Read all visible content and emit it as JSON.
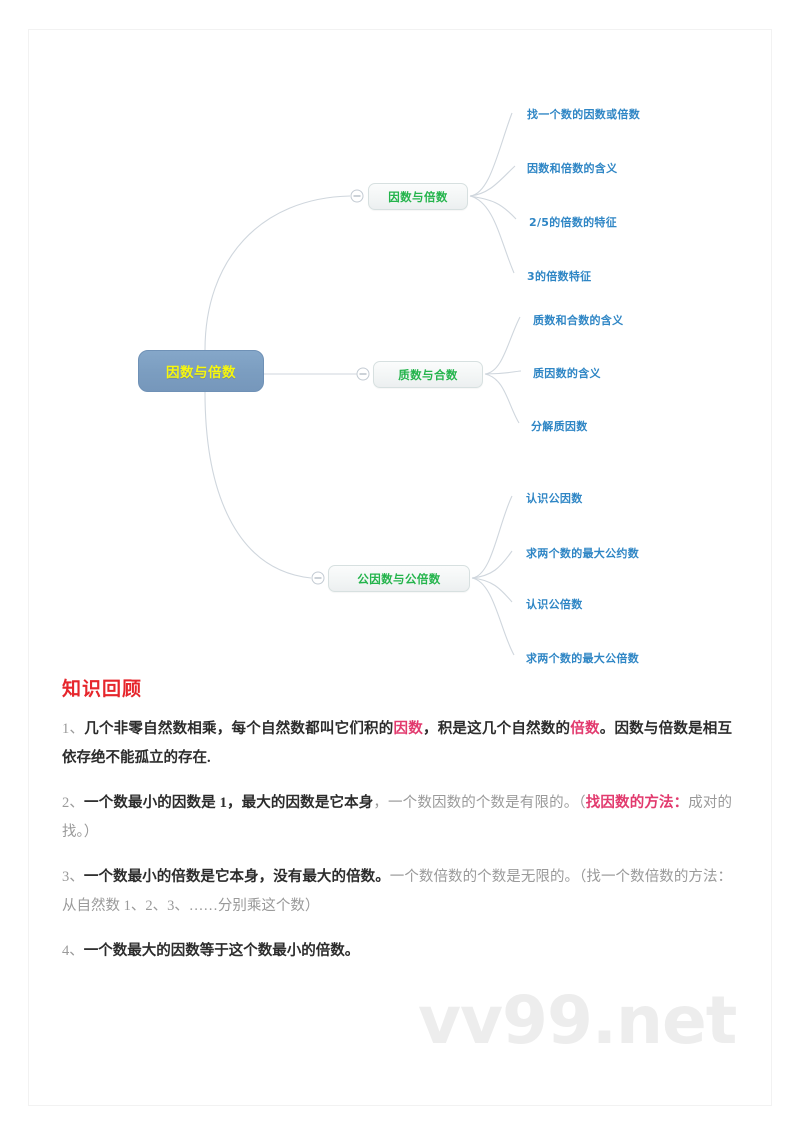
{
  "document": {
    "watermark": "vv99.net"
  },
  "mindmap": {
    "root": {
      "label": "因数与倍数"
    },
    "branches": [
      {
        "label": "因数与倍数",
        "leaves": [
          {
            "label": "找一个数的因数或倍数"
          },
          {
            "label": "因数和倍数的含义"
          },
          {
            "label": "2/5的倍数的特征"
          },
          {
            "label": "3的倍数特征"
          }
        ]
      },
      {
        "label": "质数与合数",
        "leaves": [
          {
            "label": "质数和合数的含义"
          },
          {
            "label": "质因数的含义"
          },
          {
            "label": "分解质因数"
          }
        ]
      },
      {
        "label": "公因数与公倍数",
        "leaves": [
          {
            "label": "认识公因数"
          },
          {
            "label": "求两个数的最大公约数"
          },
          {
            "label": "认识公倍数"
          },
          {
            "label": "求两个数的最大公倍数"
          }
        ]
      }
    ],
    "colors": {
      "root_fill": "#7b9dc0",
      "root_text": "#f7f70d",
      "branch_text": "#24b44c",
      "leaf_text": "#2f86c5",
      "connector": "#cfd6dd"
    }
  },
  "review": {
    "title": "知识回顾",
    "items": [
      {
        "num": "1、",
        "segments": [
          {
            "text": "几个非零自然数相乘，每个自然数都叫它们积的",
            "style": "dark"
          },
          {
            "text": "因数",
            "style": "pink"
          },
          {
            "text": "，积是这几个自然数的",
            "style": "dark"
          },
          {
            "text": "倍数",
            "style": "pink"
          },
          {
            "text": "。因数与倍数是相互依存绝不能孤立的存在.",
            "style": "dark"
          }
        ]
      },
      {
        "num": "2、",
        "segments": [
          {
            "text": "一个数最小的因数是 1，最大的因数是它本身",
            "style": "dark"
          },
          {
            "text": "，一个数因数的个数是有限的。（",
            "style": "light"
          },
          {
            "text": "找因数的方法：",
            "style": "pink"
          },
          {
            "text": "成对的找。）",
            "style": "light"
          }
        ]
      },
      {
        "num": "3、",
        "segments": [
          {
            "text": "一个数最小的倍数是它本身，没有最大的倍数。",
            "style": "dark"
          },
          {
            "text": "一个数倍数的个数是无限的。（找一个数倍数的方法：从自然数 1、2、3、……分别乘这个数）",
            "style": "light"
          }
        ]
      },
      {
        "num": "4、",
        "segments": [
          {
            "text": "一个数最大的因数等于这个数最小的倍数。",
            "style": "dark"
          }
        ]
      }
    ]
  }
}
